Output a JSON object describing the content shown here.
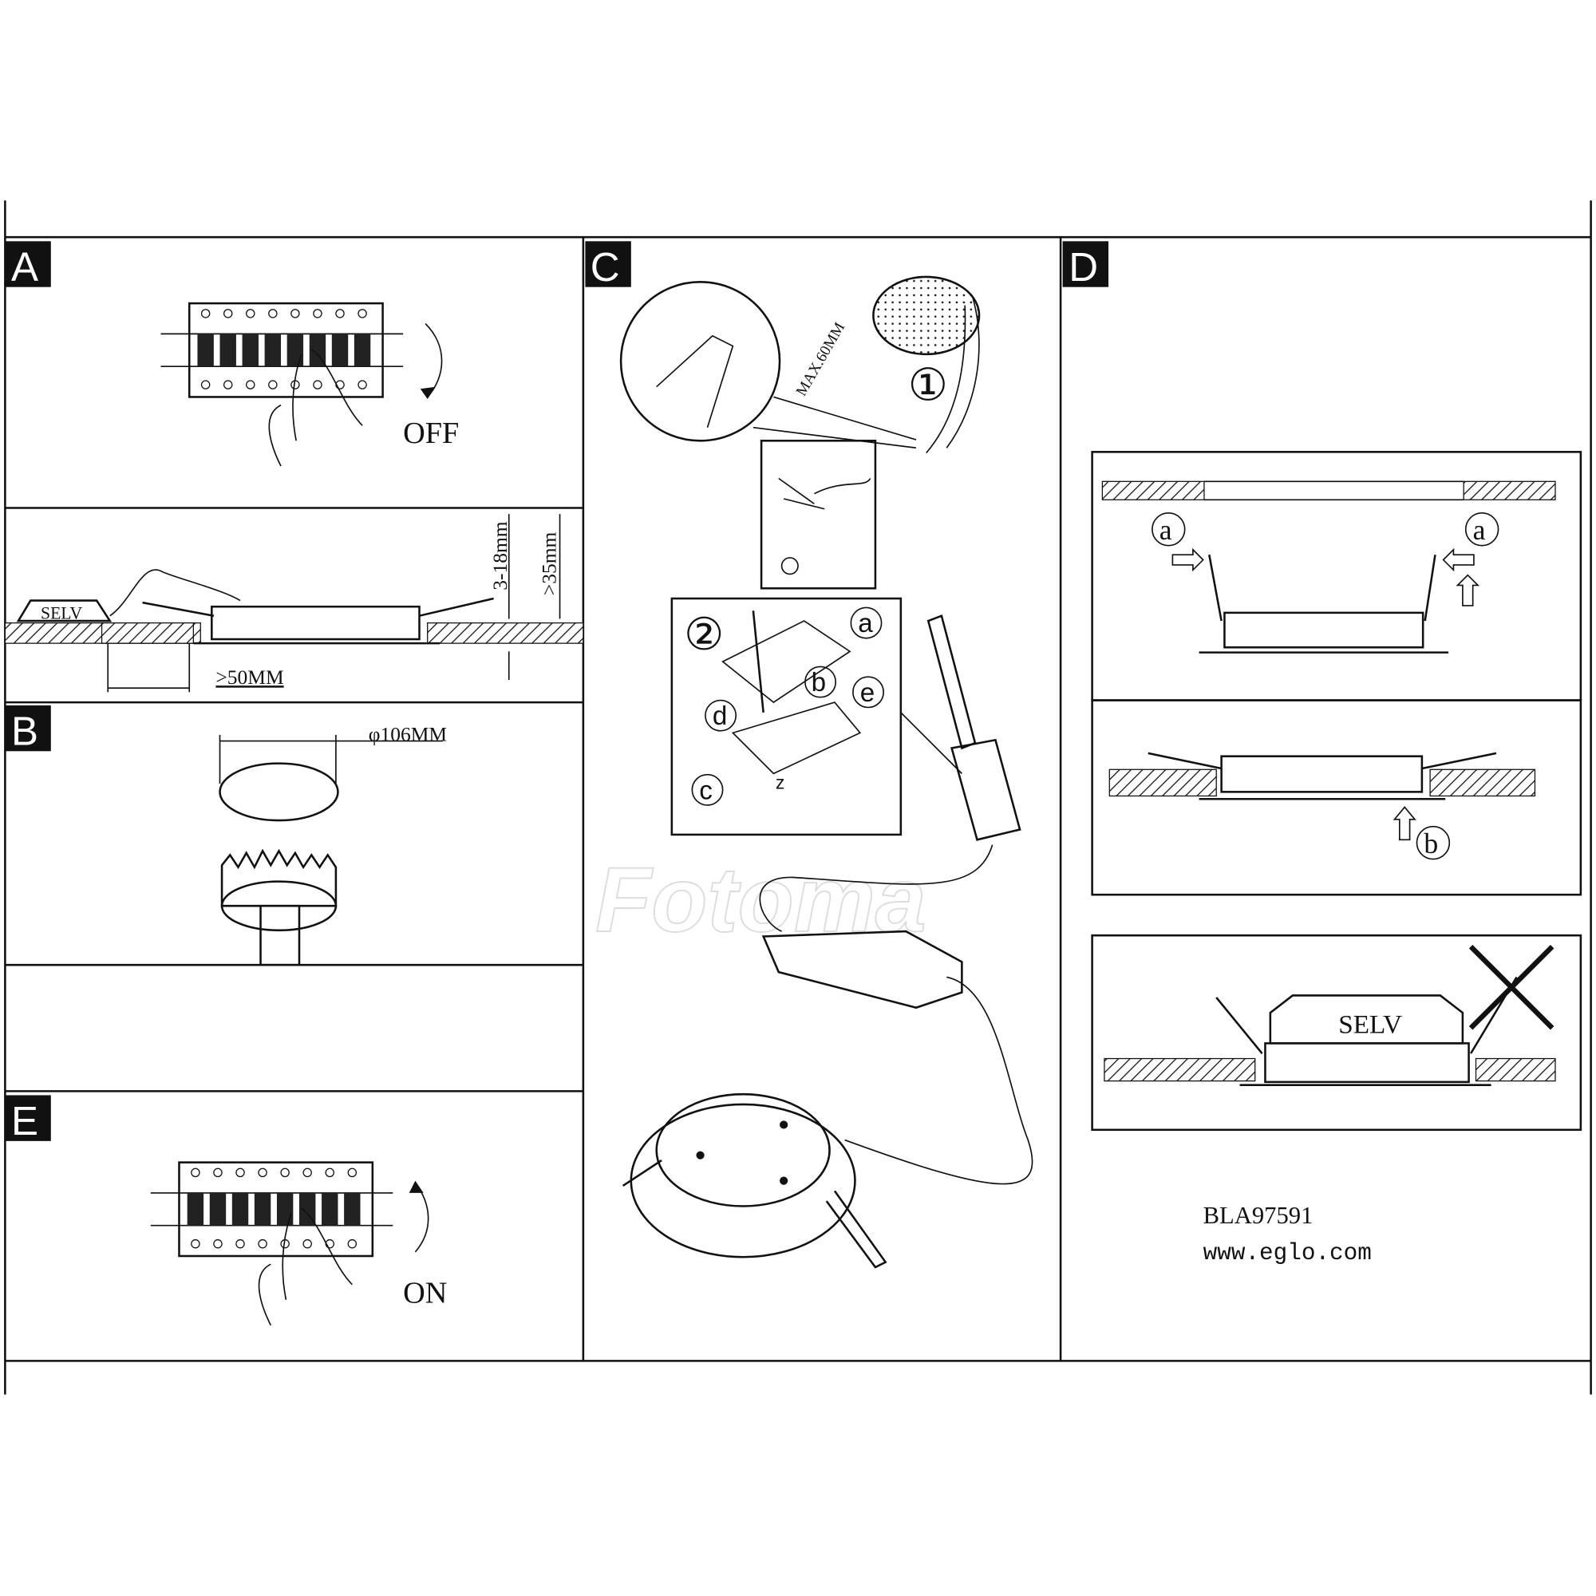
{
  "panels": {
    "A": {
      "label": "A",
      "switch_text": "OFF"
    },
    "B": {
      "label": "B",
      "diameter": "φ106MM"
    },
    "C": {
      "label": "C",
      "strip_length": "MAX.60MM",
      "step1": "①",
      "step2": "②",
      "markers": [
        "a",
        "b",
        "c",
        "d",
        "e",
        "z"
      ]
    },
    "D": {
      "label": "D",
      "marker_a": "a",
      "marker_b": "b",
      "selv": "SELV"
    },
    "E": {
      "label": "E",
      "switch_text": "ON"
    }
  },
  "install": {
    "selv": "SELV",
    "depth_range": "3-18mm",
    "min_depth": ">35mm",
    "min_distance": ">50MM"
  },
  "footer": {
    "model": "BLA97591",
    "website": "www.eglo.com"
  },
  "watermark": "Fotoma"
}
